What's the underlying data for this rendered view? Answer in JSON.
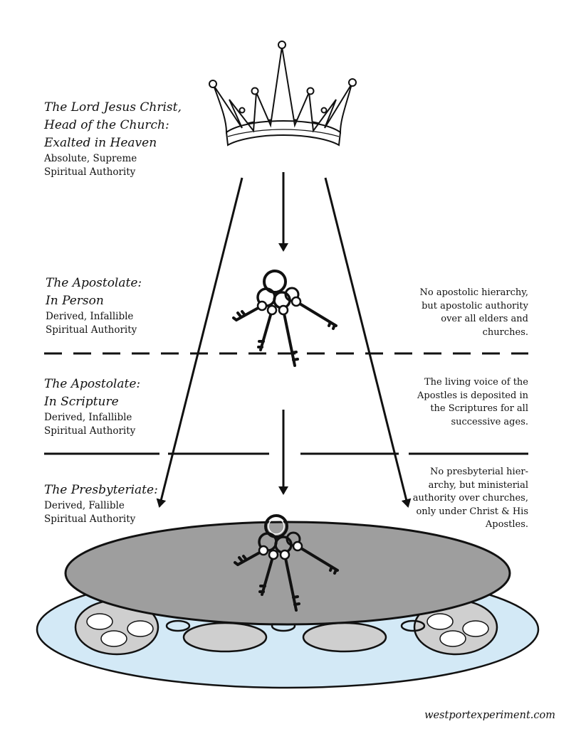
{
  "sections": {
    "christ": {
      "head_lines": [
        "The Lord Jesus Christ,",
        "Head of the Church:",
        "Exalted in Heaven"
      ],
      "sub_lines": [
        "Absolute, Supreme",
        "Spiritual Authority"
      ]
    },
    "apostolate_person": {
      "head_lines": [
        "The Apostolate:",
        "In Person"
      ],
      "sub_lines": [
        "Derived, Infallible",
        "Spiritual Authority"
      ],
      "note_lines": [
        "No apostolic hierarchy,",
        "but apostolic authority",
        "over all elders and",
        "churches."
      ]
    },
    "apostolate_scripture": {
      "head_lines": [
        "The Apostolate:",
        "In Scripture"
      ],
      "sub_lines": [
        "Derived, Infallible",
        "Spiritual Authority"
      ],
      "note_lines": [
        "The living voice of the",
        "Apostles is deposited in",
        "the Scriptures for all",
        "successive ages."
      ]
    },
    "presbyteriate": {
      "head_lines": [
        "The Presbyteriate:"
      ],
      "sub_lines": [
        "Derived, Fallible",
        "Spiritual Authority"
      ],
      "note_lines": [
        "No presbyterial hier-",
        "archy, but ministerial",
        "authority over churches,",
        "only under Christ & His",
        "Apostles."
      ]
    }
  },
  "credit": "westportexperiment.com",
  "icons": {
    "crown": "crown-icon",
    "keys_top": "keys-icon",
    "keys_bottom": "keys-icon",
    "churches": "church-plates-icon"
  },
  "colors": {
    "table_top": "#9e9e9e",
    "plate": "#d3e9f6",
    "church_disc": "#cfcfcf"
  }
}
